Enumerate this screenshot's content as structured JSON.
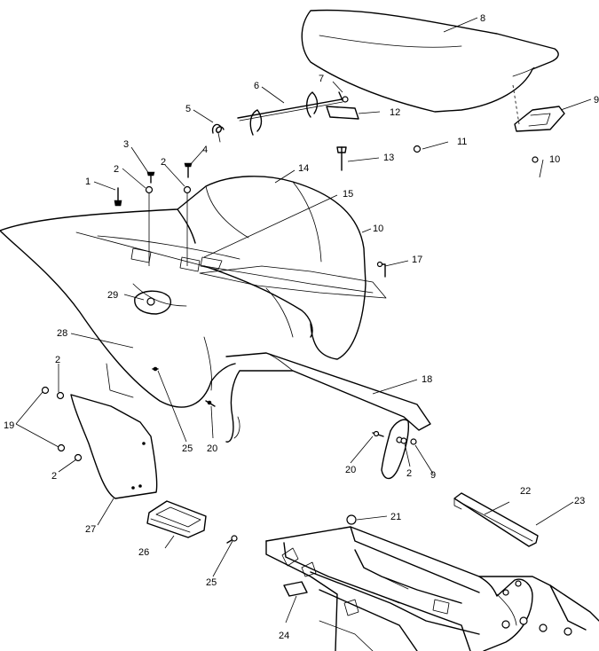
{
  "callouts": {
    "c1": "1",
    "c2a": "2",
    "c2b": "2",
    "c2c": "2",
    "c2d": "2",
    "c2e": "2",
    "c3": "3",
    "c4": "4",
    "c5": "5",
    "c6": "6",
    "c7": "7",
    "c8": "8",
    "c9a": "9",
    "c9b": "9",
    "c10a": "10",
    "c10b": "10",
    "c11": "11",
    "c12": "12",
    "c13": "13",
    "c14": "14",
    "c15": "15",
    "c17": "17",
    "c18": "18",
    "c19": "19",
    "c20a": "20",
    "c20b": "20",
    "c21": "21",
    "c22": "22",
    "c23": "23",
    "c24": "24",
    "c25a": "25",
    "c25b": "25",
    "c26": "26",
    "c27": "27",
    "c28": "28",
    "c29": "29"
  }
}
